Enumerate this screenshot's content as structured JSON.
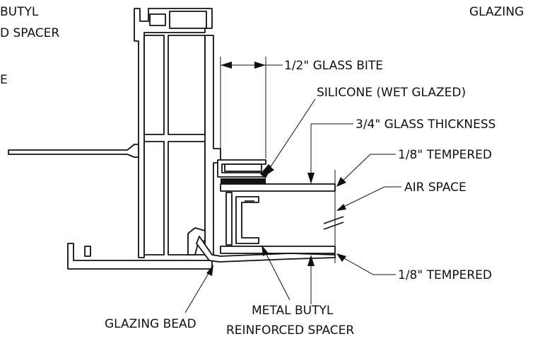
{
  "labels": {
    "top_left_line1": "BUTYL",
    "top_left_line2": "D SPACER",
    "top_left_fragment": "E",
    "top_right": "GLAZING",
    "glass_bite": "1/2\" GLASS BITE",
    "silicone": "SILICONE (WET GLAZED)",
    "glass_thickness": "3/4\" GLASS THICKNESS",
    "tempered_top": "1/8\" TEMPERED",
    "air_space": "AIR SPACE",
    "tempered_bottom": "1/8\" TEMPERED",
    "glazing_bead": "GLAZING BEAD",
    "spacer_line1": "METAL BUTYL",
    "spacer_line2": "REINFORCED SPACER"
  },
  "colors": {
    "line": "#111111",
    "background": "#ffffff"
  }
}
